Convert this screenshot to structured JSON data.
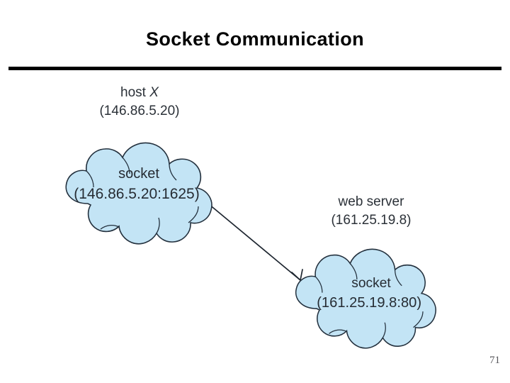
{
  "slide": {
    "title": "Socket Communication",
    "page_number": "71"
  },
  "colors": {
    "cloud_fill": "#c3e4f5",
    "cloud_stroke": "#23303d",
    "text": "#262c33",
    "rule": "#000000",
    "background": "#ffffff",
    "connector": "#1e2630"
  },
  "diagram": {
    "type": "network-diagram",
    "host_label": {
      "line1_prefix": "host ",
      "line1_italic": "X",
      "line2": "(146.86.5.20)"
    },
    "server_label": {
      "line1": "web server",
      "line2": "(161.25.19.8)"
    },
    "client_cloud": {
      "line1": "socket",
      "line2": "(146.86.5.20:1625)"
    },
    "server_cloud": {
      "line1": "socket",
      "line2": "(161.25.19.8:80)"
    },
    "connector": {
      "from": "client-socket-cloud",
      "to": "server-socket-cloud",
      "arrow": "single",
      "direction": "client-to-server"
    }
  }
}
